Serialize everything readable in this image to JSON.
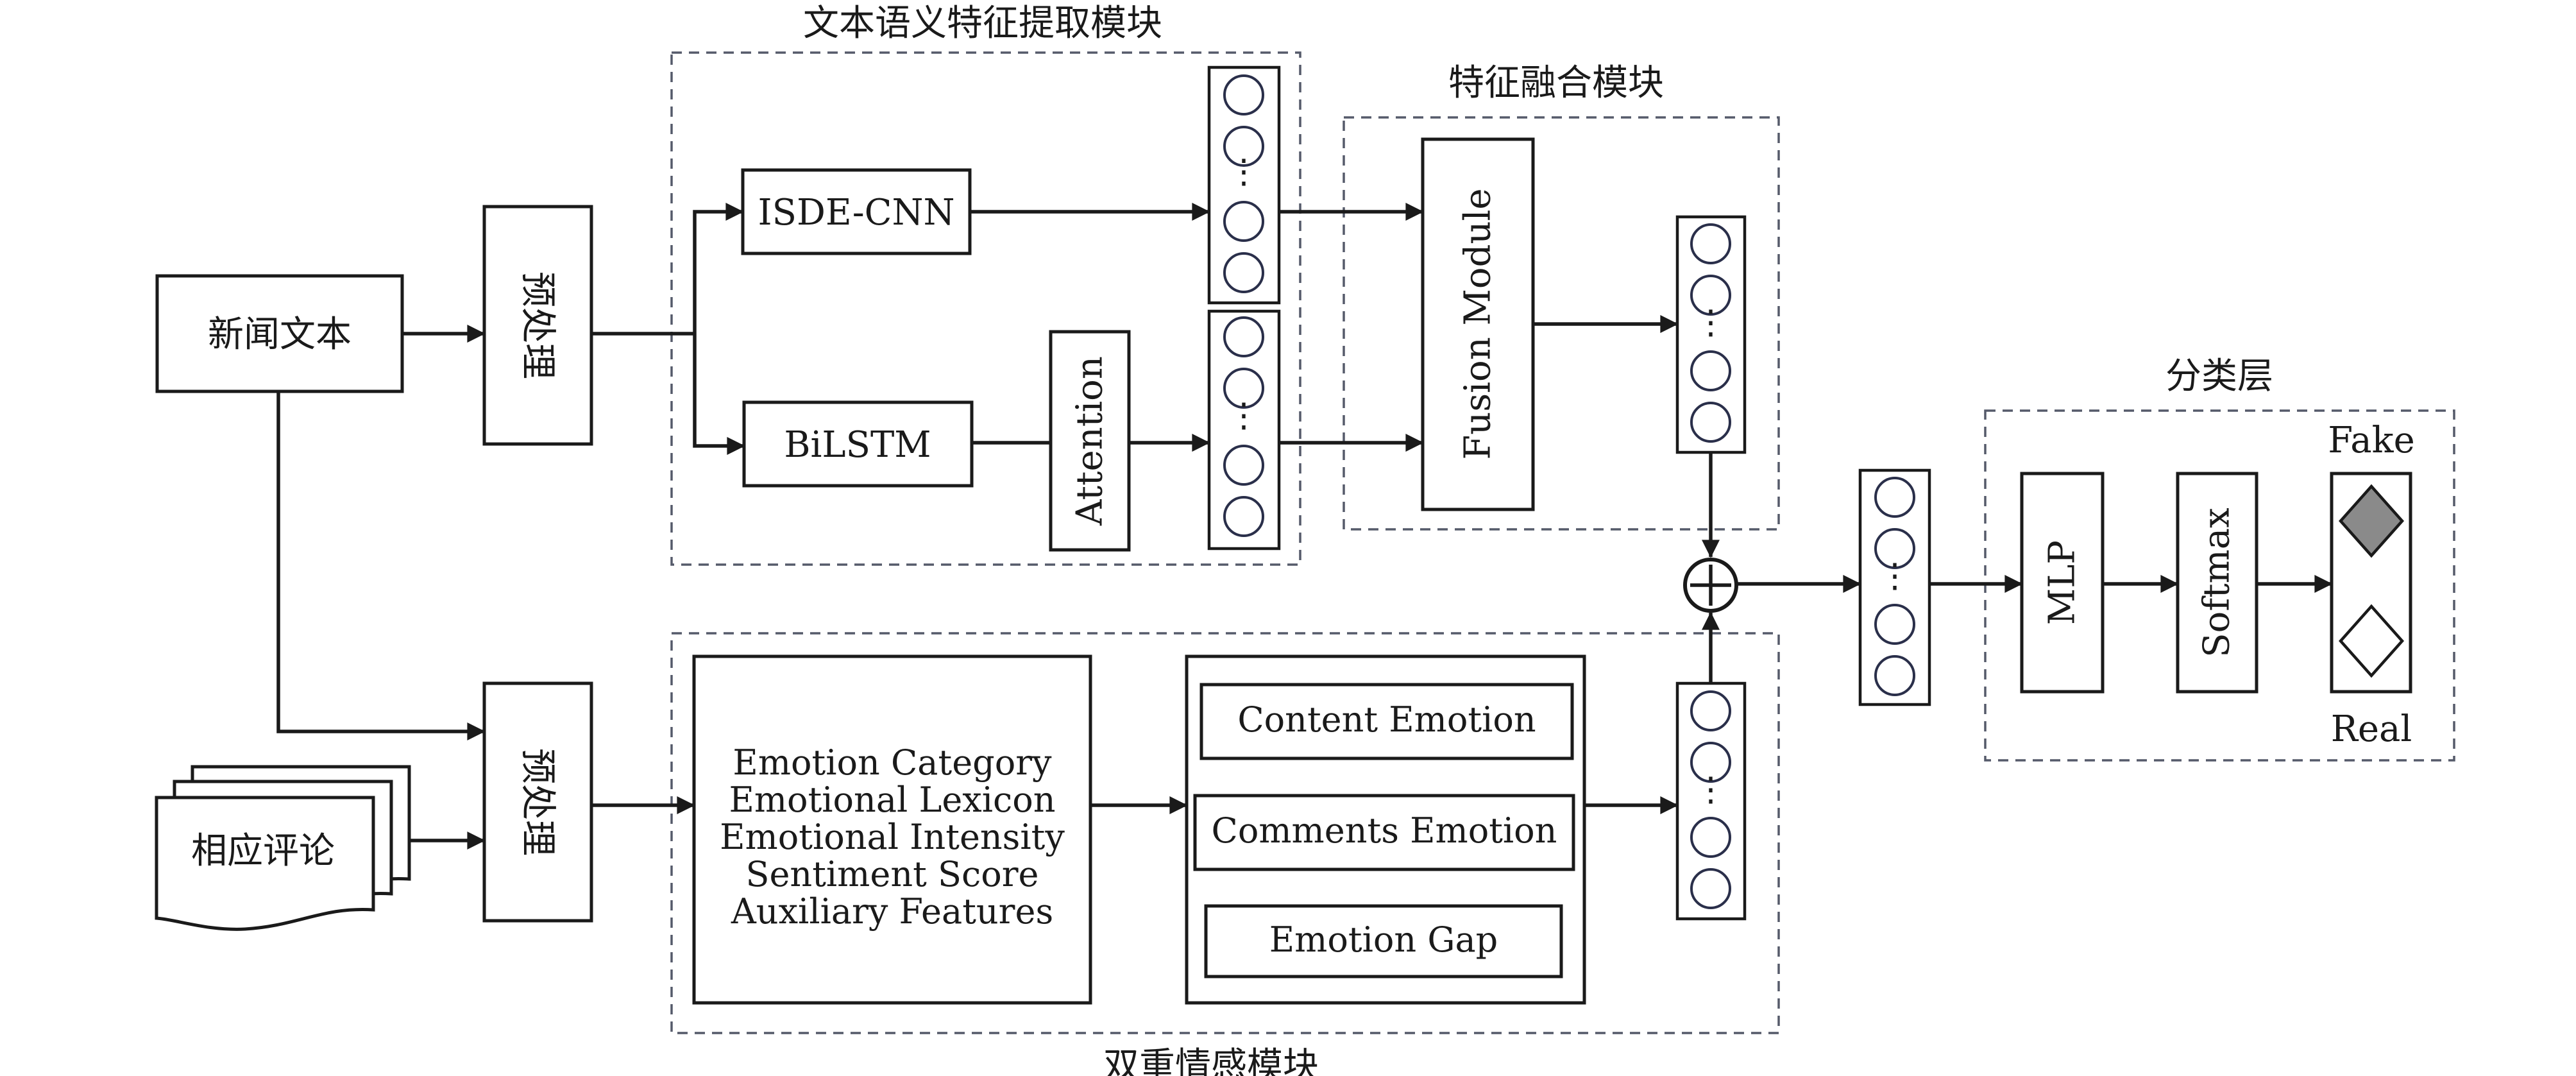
{
  "modules": {
    "text_semantic": "文本语义特征提取模块",
    "fusion": "特征融合模块",
    "classification": "分类层",
    "dual_emotion": "双重情感模块"
  },
  "inputs": {
    "news_text": "新闻文本",
    "comments": "相应评论"
  },
  "preprocess": {
    "top": "预处理",
    "bottom": "预处理"
  },
  "blocks": {
    "isde_cnn": "ISDE-CNN",
    "bilstm": "BiLSTM",
    "attention": "Attention",
    "fusion_module": "Fusion Module",
    "mlp": "MLP",
    "softmax": "Softmax"
  },
  "emotion_features": [
    "Emotion Category",
    "Emotional Lexicon",
    "Emotional Intensity",
    "Sentiment Score",
    "Auxiliary Features"
  ],
  "emotion_types": {
    "content": "Content Emotion",
    "comments": "Comments Emotion",
    "gap": "Emotion Gap"
  },
  "outputs": {
    "fake": "Fake",
    "real": "Real"
  },
  "colors": {
    "line": "#1a1a1a",
    "dashed_border": "#555a6a",
    "node_stroke": "#2a2f4a",
    "fake_diamond": "#8a8a8a"
  }
}
